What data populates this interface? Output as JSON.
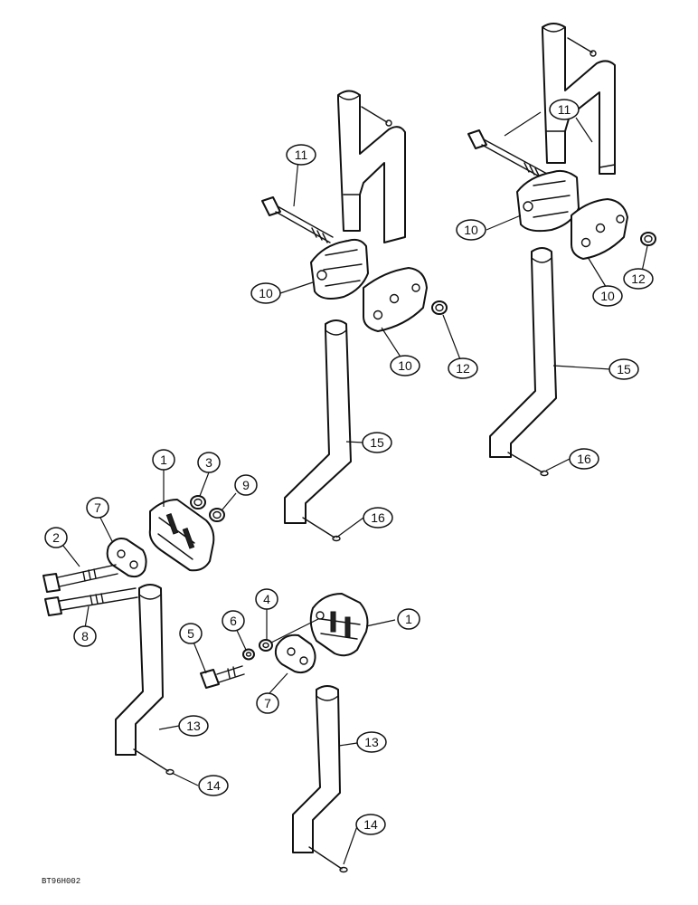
{
  "drawing_code": "BT96H002",
  "callouts": {
    "c1a": "1",
    "c1b": "1",
    "c2": "2",
    "c3": "3",
    "c4": "4",
    "c5": "5",
    "c6": "6",
    "c7a": "7",
    "c7b": "7",
    "c8": "8",
    "c9": "9",
    "c10a": "10",
    "c10b": "10",
    "c10c": "10",
    "c10d": "10",
    "c11a": "11",
    "c11b": "11",
    "c12a": "12",
    "c12b": "12",
    "c13a": "13",
    "c13b": "13",
    "c14a": "14",
    "c14b": "14",
    "c15a": "15",
    "c15b": "15",
    "c16a": "16",
    "c16b": "16"
  },
  "colors": {
    "line": "#111111",
    "background": "#ffffff"
  }
}
